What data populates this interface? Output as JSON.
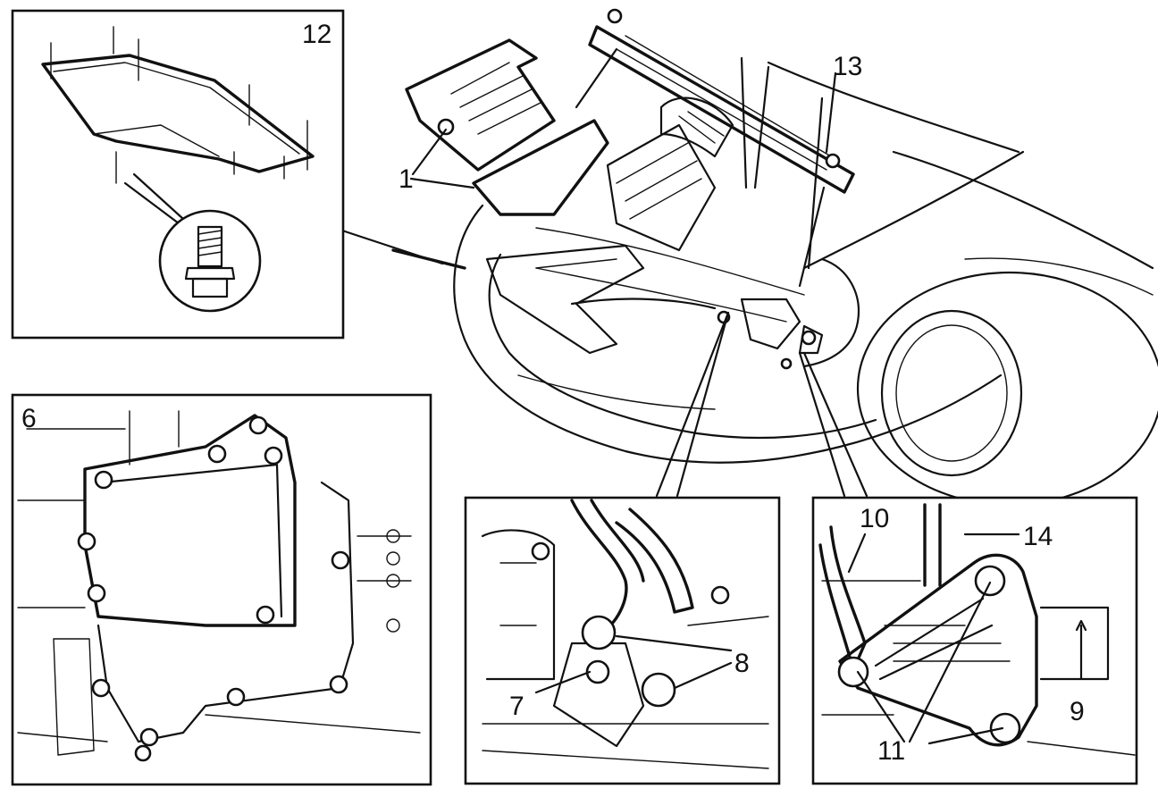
{
  "callouts": {
    "c1": "1",
    "c6": "6",
    "c7": "7",
    "c8": "8",
    "c9": "9",
    "c10": "10",
    "c11": "11",
    "c12": "12",
    "c13": "13",
    "c14": "14"
  },
  "colors": {
    "ink": "#111111",
    "paper": "#ffffff"
  }
}
